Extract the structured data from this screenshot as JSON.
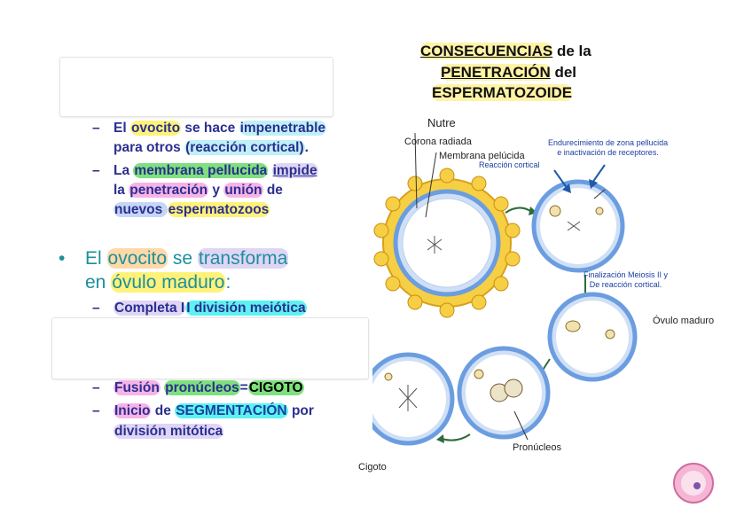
{
  "left": {
    "sub1": {
      "dash": "–",
      "line1": [
        "El ",
        "ovocito",
        " se hace ",
        "impenetrable"
      ],
      "line2": [
        "para otros ",
        "(reacción cortical)",
        "."
      ]
    },
    "sub2": {
      "dash": "–",
      "line1": [
        "La ",
        "membrana pellucida",
        " ",
        "impide"
      ],
      "line2": [
        "la ",
        "penetración",
        " y ",
        "unión",
        " de"
      ],
      "line3": [
        "nuevos ",
        "espermatozoos"
      ]
    },
    "bullet": {
      "mark": "•",
      "line1": [
        "El ",
        "ovocito",
        " se ",
        "transforma"
      ],
      "line2": [
        "en ",
        "óvulo maduro",
        ":"
      ]
    },
    "sub3": {
      "dash": "–",
      "text": [
        "Completa I",
        "I división meiótica"
      ]
    },
    "sub4": {
      "dash": "–",
      "text": [
        "Fusión",
        " ",
        "pronúcleos",
        "=",
        "CIGOTO"
      ]
    },
    "sub5": {
      "dash": "–",
      "line1": [
        "Inicio",
        " de ",
        "SEGMENTACIÓN",
        " por"
      ],
      "line2": [
        "división mitótica"
      ]
    }
  },
  "right": {
    "title_line1": "CONSECUENCIAS",
    "title_line1b": " de la",
    "title_line2": "PENETRACIÓN",
    "title_line2b": " del",
    "title_line3": "ESPERMATOZOIDE",
    "label_nutre": "Nutre",
    "label_corona": "Corona radiada",
    "label_membrana": "Membrana pelúcida",
    "label_reaccion": "Reacción cortical",
    "label_endurecimiento": "Endurecimiento de zona pellucida\ne inactivación de receptores.",
    "label_finalizacion": "Finalización Meiosis II y\nDe reacción cortical.",
    "label_ovulo": "Óvulo maduro",
    "label_pronucleos": "Pronúcleos",
    "label_cigoto": "Cigoto"
  },
  "colors": {
    "blue_text": "#2b2f8f",
    "teal_text": "#1c8f9e",
    "ring_blue": "#6b9de0",
    "corona_yellow": "#f2c12e"
  }
}
